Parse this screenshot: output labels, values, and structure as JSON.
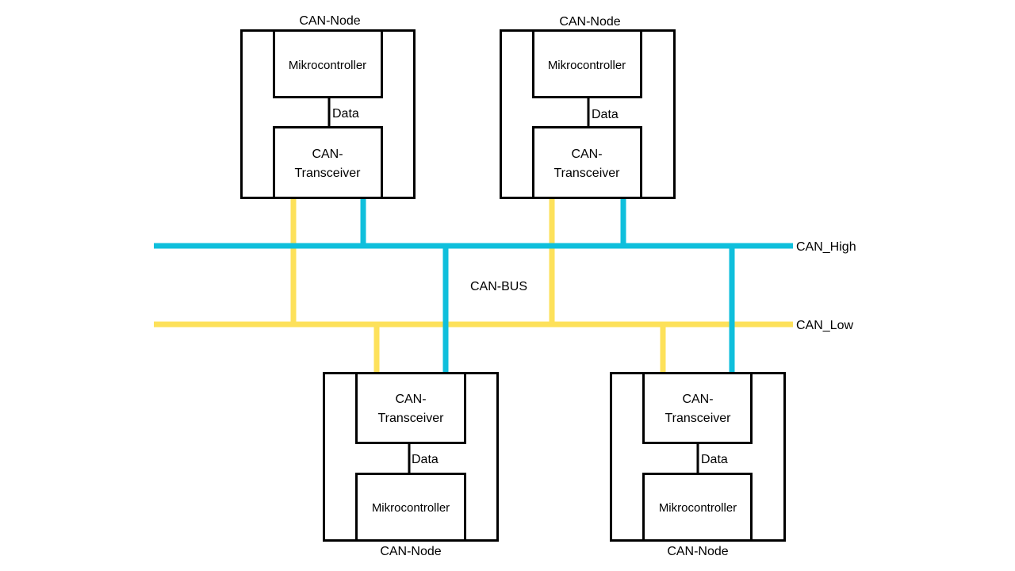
{
  "diagram": {
    "bus_label": "CAN-BUS",
    "high_line_label": "CAN_High",
    "low_line_label": "CAN_Low",
    "nodes": [
      {
        "title": "CAN-Node",
        "microcontroller_label": "Mikrocontroller",
        "transceiver_label_line1": "CAN-",
        "transceiver_label_line2": "Transceiver",
        "data_label": "Data"
      },
      {
        "title": "CAN-Node",
        "microcontroller_label": "Mikrocontroller",
        "transceiver_label_line1": "CAN-",
        "transceiver_label_line2": "Transceiver",
        "data_label": "Data"
      },
      {
        "title": "CAN-Node",
        "microcontroller_label": "Mikrocontroller",
        "transceiver_label_line1": "CAN-",
        "transceiver_label_line2": "Transceiver",
        "data_label": "Data"
      },
      {
        "title": "CAN-Node",
        "microcontroller_label": "Mikrocontroller",
        "transceiver_label_line1": "CAN-",
        "transceiver_label_line2": "Transceiver",
        "data_label": "Data"
      }
    ],
    "colors": {
      "can_high": "#0fbfdc",
      "can_low": "#fde15a",
      "outline": "#000000"
    }
  }
}
